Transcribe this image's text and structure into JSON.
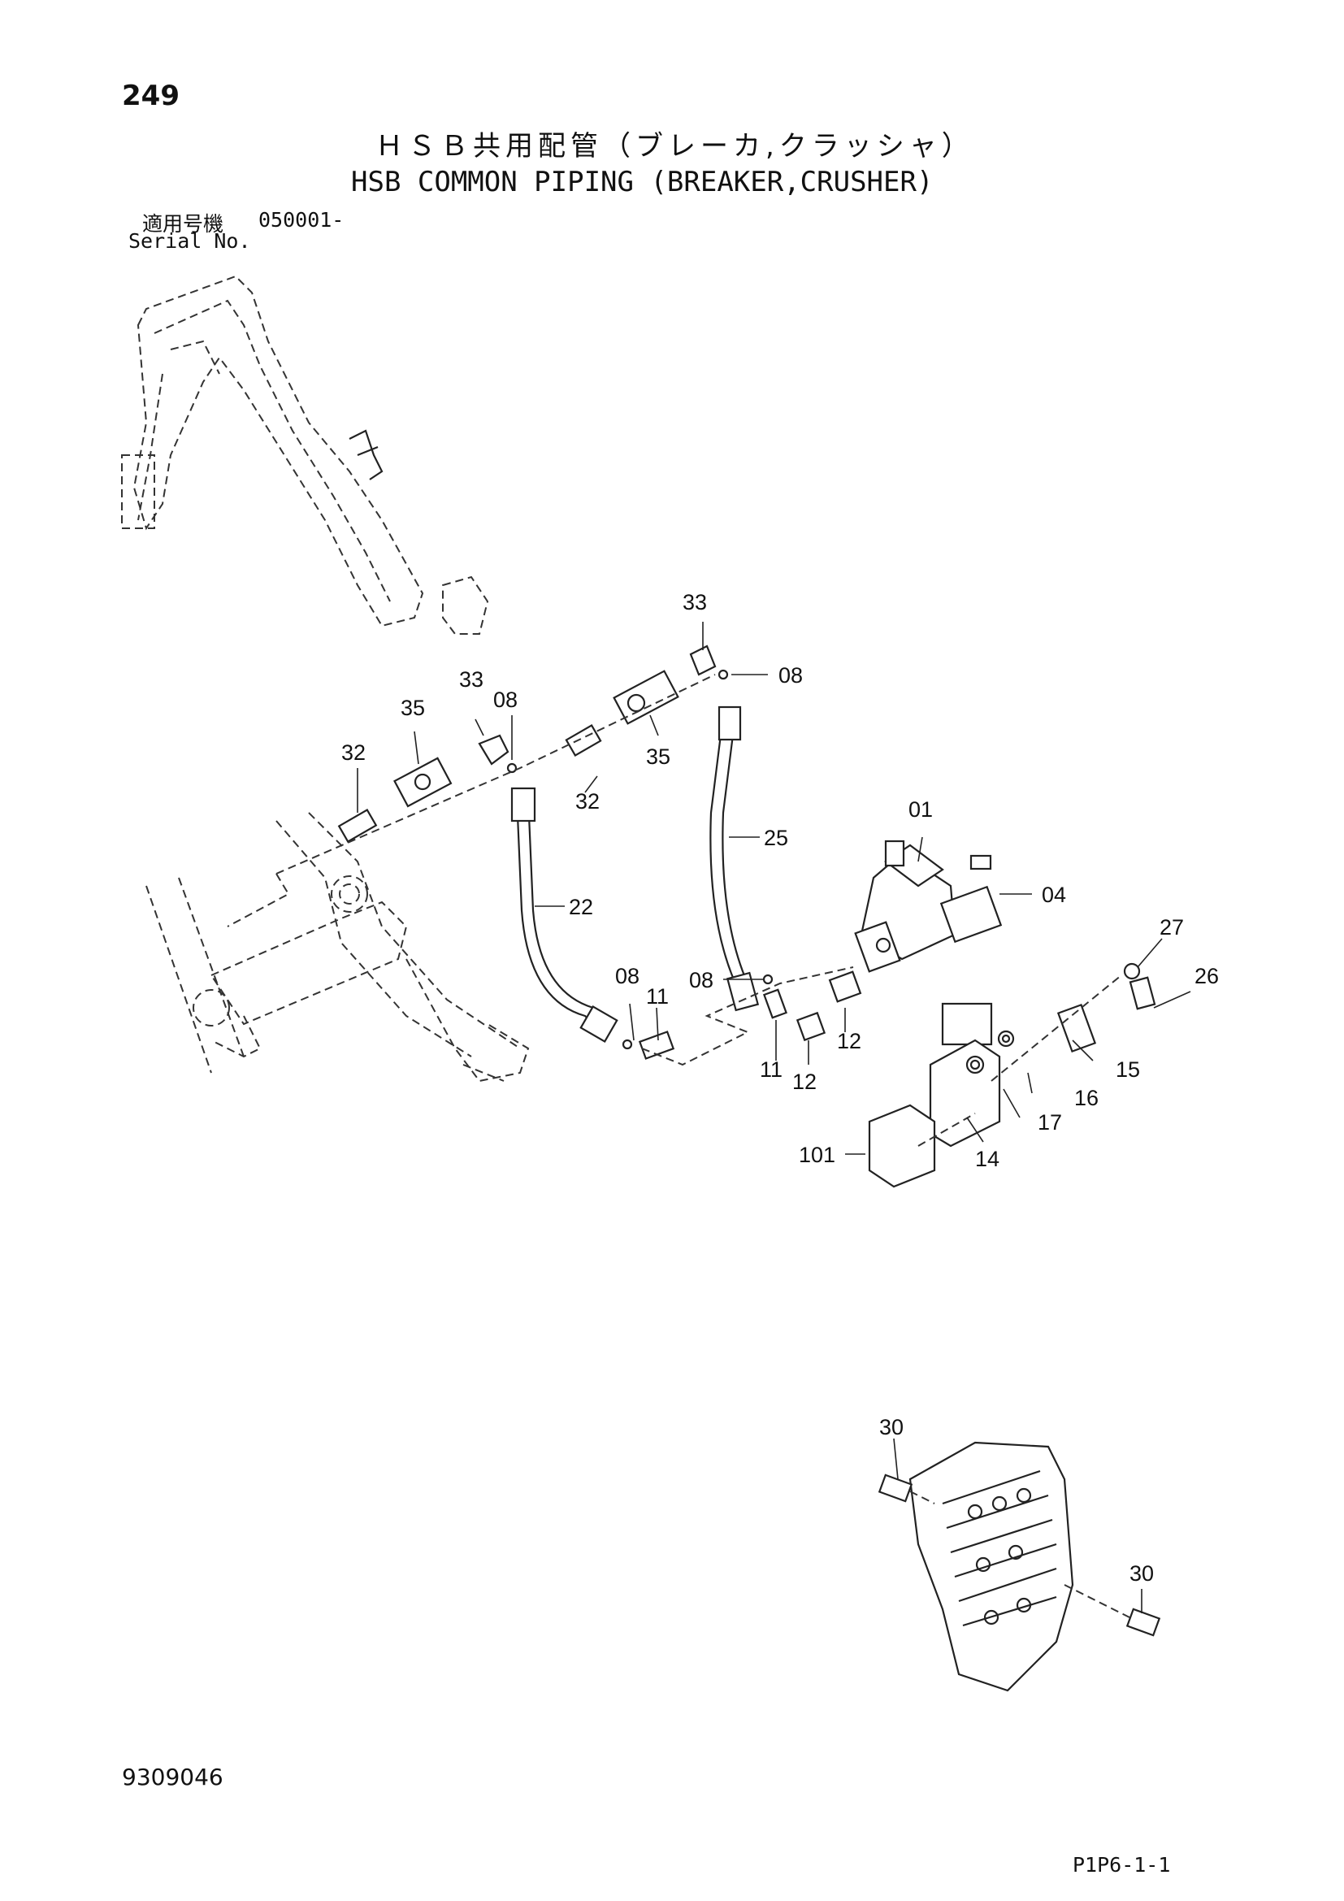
{
  "header": {
    "page_number": "249",
    "title_jp": "ＨＳＢ共用配管（ブレーカ,クラッシャ）",
    "title_en": "HSB COMMON PIPING (BREAKER,CRUSHER)",
    "serial_label_jp": "適用号機",
    "serial_value": "050001-",
    "serial_label_en": "Serial No."
  },
  "footer": {
    "doc_number": "9309046",
    "page_code": "P1P6-1-1"
  },
  "callouts": {
    "c33a": "33",
    "c08a": "08",
    "c35a": "35",
    "c25": "25",
    "c33b": "33",
    "c08b": "08",
    "c35b": "35",
    "c32a": "32",
    "c32b": "32",
    "c22": "22",
    "c01": "01",
    "c04": "04",
    "c27": "27",
    "c26": "26",
    "c08c": "08",
    "c11a": "11",
    "c08d": "08",
    "c12a": "12",
    "c11b": "11",
    "c12b": "12",
    "c15": "15",
    "c16": "16",
    "c17": "17",
    "c14": "14",
    "c101": "101",
    "c30a": "30",
    "c30b": "30"
  }
}
